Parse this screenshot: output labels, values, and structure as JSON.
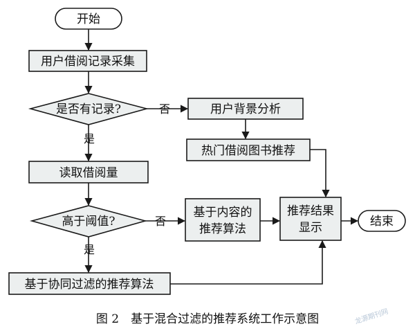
{
  "nodes": {
    "start": "开始",
    "collect": "用户借阅记录采集",
    "has_record": "是否有记录?",
    "user_bg": "用户背景分析",
    "hot_rec": "热门借阅图书推荐",
    "read_vol": "读取借阅量",
    "above_threshold": "高于阈值?",
    "content_algo_line1": "基于内容的",
    "content_algo_line2": "推荐算法",
    "result_line1": "推荐结果",
    "result_line2": "显示",
    "end": "结束",
    "cf_algo": "基于协同过滤的推荐算法"
  },
  "edge_labels": {
    "has_record_no": "否",
    "has_record_yes": "是",
    "threshold_no": "否",
    "threshold_yes": "是"
  },
  "caption": "图 2　基于混合过滤的推荐系统工作示意图",
  "watermark": "龙源期刊网"
}
